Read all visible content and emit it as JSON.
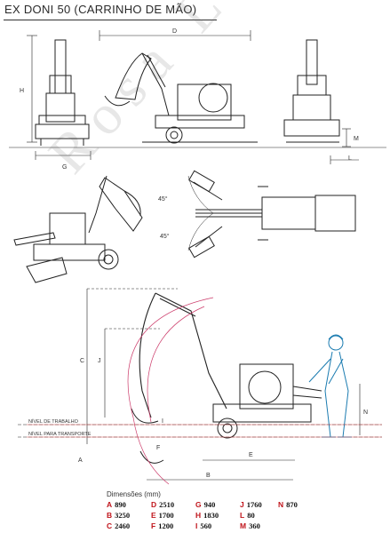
{
  "title": "EX DONI 50 (CARRINHO DE MÃO)",
  "watermark": "Rosa Leone",
  "view_labels": {
    "D": "D",
    "H": "H",
    "G": "G",
    "M": "M",
    "L": "L",
    "A": "A",
    "B": "B",
    "C": "C",
    "E": "E",
    "F": "F",
    "I": "I",
    "J": "J",
    "N": "N",
    "angle_top": "45°",
    "angle_bottom": "45°"
  },
  "level_labels": {
    "work": "NÍVEL DE TRABALHO",
    "transport": "NÍVEL PARA TRANSPORTE"
  },
  "dimensions": {
    "title": "Dimensões (mm)",
    "items": [
      {
        "key": "A",
        "value": "890"
      },
      {
        "key": "B",
        "value": "3250"
      },
      {
        "key": "C",
        "value": "2460"
      },
      {
        "key": "D",
        "value": "2510"
      },
      {
        "key": "E",
        "value": "1700"
      },
      {
        "key": "F",
        "value": "1200"
      },
      {
        "key": "G",
        "value": "940"
      },
      {
        "key": "H",
        "value": "1830"
      },
      {
        "key": "I",
        "value": "560"
      },
      {
        "key": "J",
        "value": "1760"
      },
      {
        "key": "L",
        "value": "80"
      },
      {
        "key": "M",
        "value": "360"
      },
      {
        "key": "N",
        "value": "870"
      }
    ]
  },
  "colors": {
    "line": "#222222",
    "accent": "#c0141b",
    "reach": "#cc3b6a"
  }
}
